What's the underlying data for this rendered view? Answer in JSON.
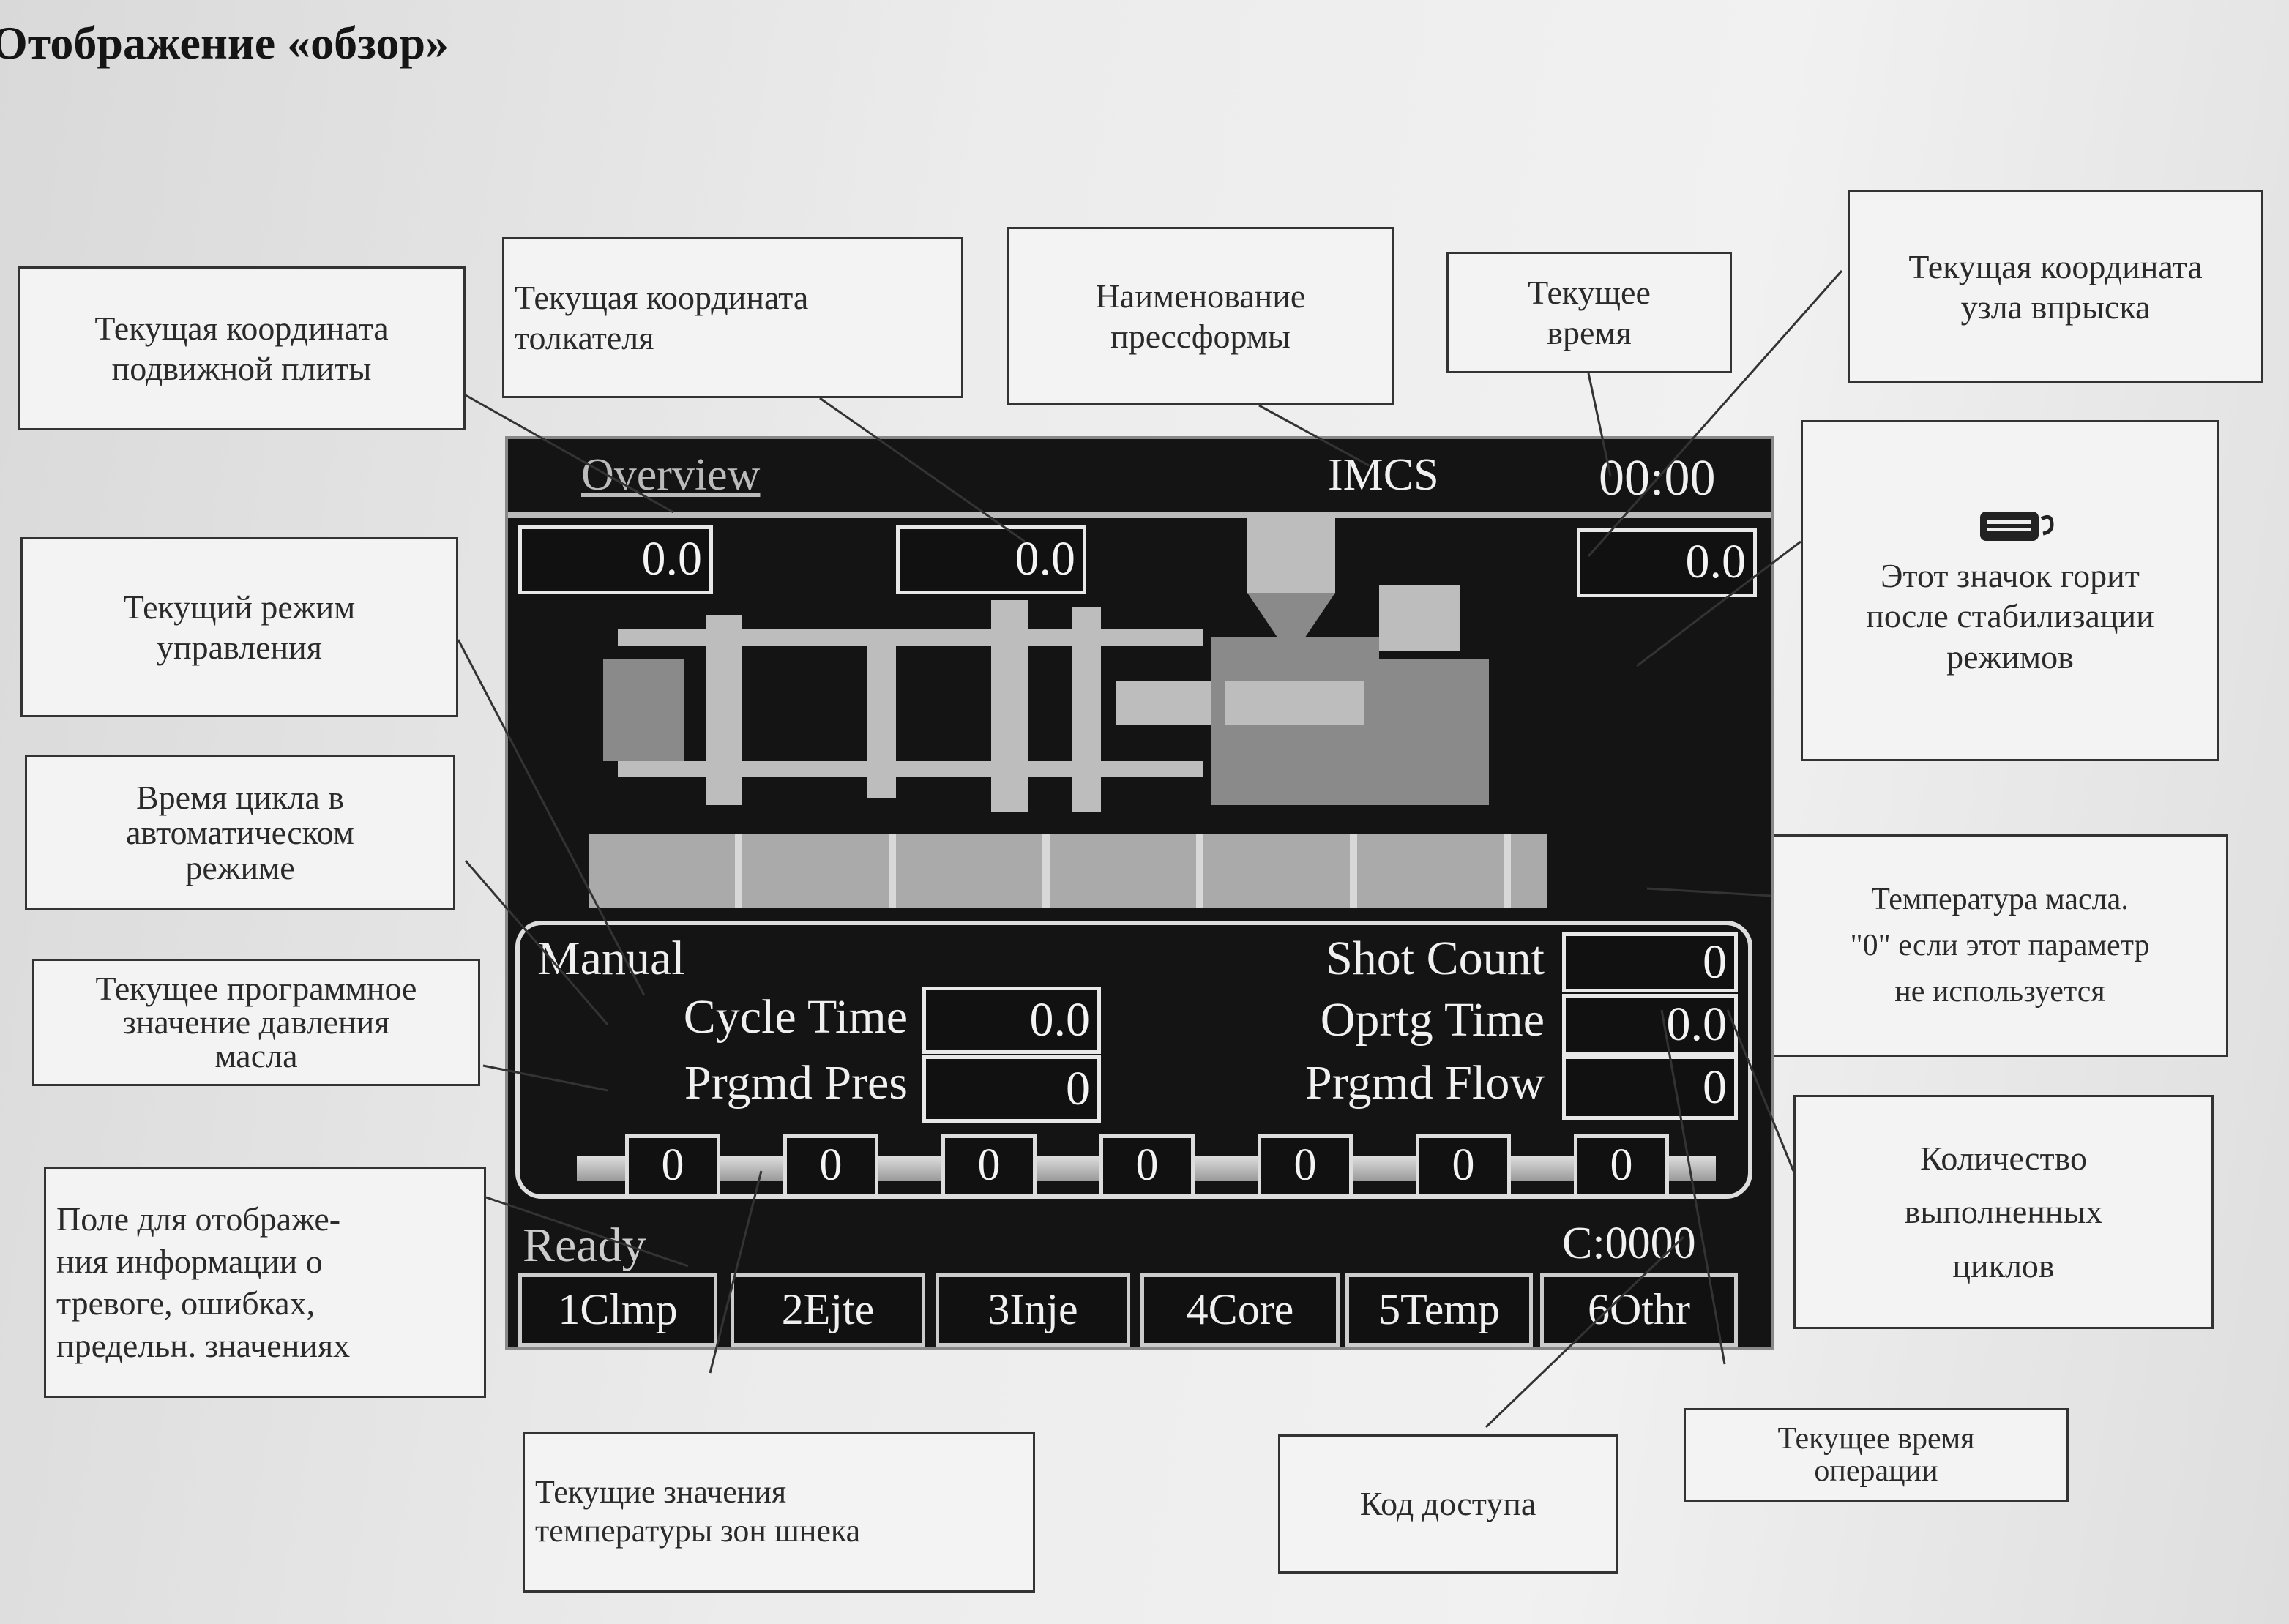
{
  "title": "Отображение «обзор»",
  "callouts": {
    "platen_coord": [
      "Текущая координата",
      "подвижной плиты"
    ],
    "ejector_coord": [
      "Текущая координата",
      "толкателя"
    ],
    "mold_name": [
      "Наименование",
      "прессформы"
    ],
    "current_time": [
      "Текущее",
      "время"
    ],
    "injection_coord": [
      "Текущая координата",
      "узла впрыска"
    ],
    "stabilized_icon": [
      "Этот значок горит",
      "после стабилизации",
      "режимов"
    ],
    "control_mode": [
      "Текущий режим",
      "управления"
    ],
    "cycle_time": [
      "Время цикла в",
      "автоматическом",
      "режиме"
    ],
    "oil_pressure": [
      "Текущее программное",
      "значение давления",
      "масла"
    ],
    "alarm_field": [
      "Поле для отображе-",
      "ния информации о",
      "тревоге, ошибках,",
      "предельн. значениях"
    ],
    "oil_temp": [
      "Температура масла.",
      "\"0\" если этот параметр",
      "не используется"
    ],
    "shot_count": [
      "Количество",
      "выполненных",
      "циклов"
    ],
    "zone_temps": [
      "Текущие значения",
      "температуры зон шнека"
    ],
    "access_code": [
      "Код доступа"
    ],
    "operation_time": [
      "Текущее время",
      "операции"
    ]
  },
  "screen": {
    "header": {
      "title": "Overview",
      "mold": "IMCS",
      "time": "00:00"
    },
    "coords": {
      "platen": "0.0",
      "ejector": "0.0",
      "injection": "0.0"
    },
    "mode": "Manual",
    "fields": {
      "cycle_time_label": "Cycle Time",
      "cycle_time": "0.0",
      "prgmd_pres_label": "Prgmd Pres",
      "prgmd_pres": "0",
      "shot_count_label": "Shot Count",
      "shot_count": "0",
      "oprtg_time_label": "Oprtg Time",
      "oprtg_time": "0.0",
      "prgmd_flow_label": "Prgmd Flow",
      "prgmd_flow": "0"
    },
    "zones": [
      "0",
      "0",
      "0",
      "0",
      "0",
      "0",
      "0"
    ],
    "status": "Ready",
    "access_code": "C:0000",
    "tabs": [
      "1Clmp",
      "2Ejte",
      "3Inje",
      "4Core",
      "5Temp",
      "6Othr"
    ]
  }
}
